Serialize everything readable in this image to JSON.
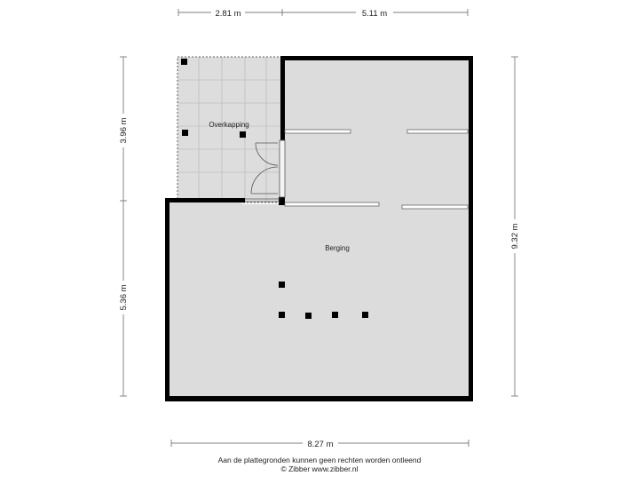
{
  "rooms": {
    "overkapping": "Overkapping",
    "berging": "Berging"
  },
  "dimensions": {
    "top_left": "2.81 m",
    "top_right": "5.11 m",
    "left_upper": "3.96 m",
    "left_lower": "5.36 m",
    "right": "9.32 m",
    "bottom": "8.27 m"
  },
  "footer": {
    "line1": "Aan de plattegronden kunnen geen rechten worden ontleend",
    "line2": "© Zibber www.zibber.nl"
  },
  "colors": {
    "wall": "#000000",
    "floor": "#dcdcdc",
    "tile_floor": "#dddddd",
    "grid": "#bfbfbf",
    "dim_line": "#555555"
  }
}
